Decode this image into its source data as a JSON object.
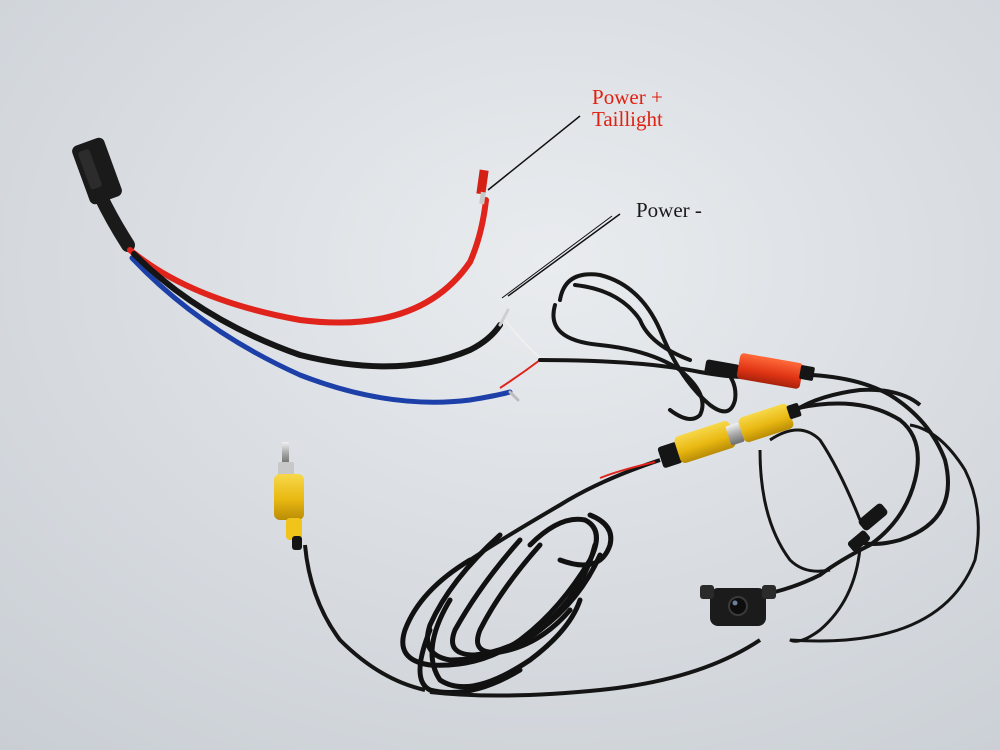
{
  "photo": {
    "background_color": "#d9dde2",
    "subject": "backup-camera-wiring-harness",
    "wire_colors": {
      "red": "#e0241c",
      "black": "#151515",
      "blue": "#1c3fa8",
      "rca_yellow": "#f0c41a",
      "rca_red": "#e83418"
    }
  },
  "annotations": {
    "power_plus": {
      "line1": "Power +",
      "line2": "Taillight",
      "color": "#e02010"
    },
    "power_minus": {
      "text": "Power -",
      "color": "#1a1a1a"
    }
  }
}
